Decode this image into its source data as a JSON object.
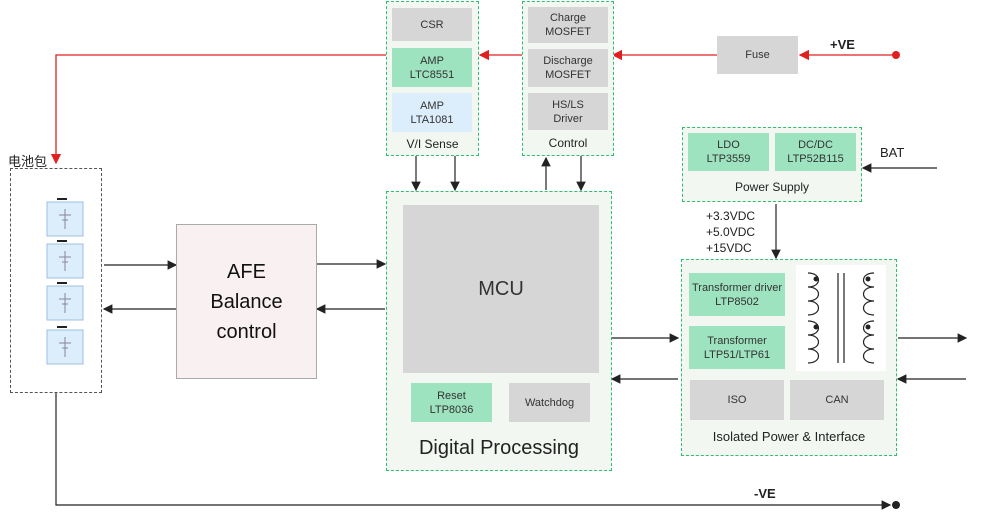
{
  "colors": {
    "accent_red": "#e02020",
    "group_border": "#2fbf71",
    "group_fill": "#f2f7f2",
    "module_green": "#9ee3bf",
    "module_gray": "#d6d6d6",
    "module_blue": "#dcedfb"
  },
  "battery": {
    "label": "电池包",
    "cells": 4
  },
  "afe": {
    "label": "AFE\nBalance\ncontrol"
  },
  "vi_sense": {
    "title": "V/I Sense",
    "items": [
      "CSR",
      "AMP\nLTC8551",
      "AMP\nLTA1081"
    ]
  },
  "control": {
    "title": "Control",
    "items": [
      "Charge\nMOSFET",
      "Discharge\nMOSFET",
      "HS/LS\nDriver"
    ]
  },
  "fuse": {
    "label": "Fuse"
  },
  "terminals": {
    "positive": "+VE",
    "negative": "-VE",
    "bat": "BAT"
  },
  "power_supply": {
    "title": "Power Supply",
    "items": [
      "LDO\nLTP3559",
      "DC/DC\nLTP52B115"
    ]
  },
  "voltages": [
    "+3.3VDC",
    "+5.0VDC",
    "+15VDC"
  ],
  "digital": {
    "title": "Digital Processing",
    "mcu": "MCU",
    "reset": "Reset\nLTP8036",
    "watchdog": "Watchdog"
  },
  "isolated": {
    "title": "Isolated Power & Interface",
    "transformer_driver": "Transformer driver\nLTP8502",
    "transformer": "Transformer\nLTP51/LTP61",
    "iso": "ISO",
    "can": "CAN"
  }
}
